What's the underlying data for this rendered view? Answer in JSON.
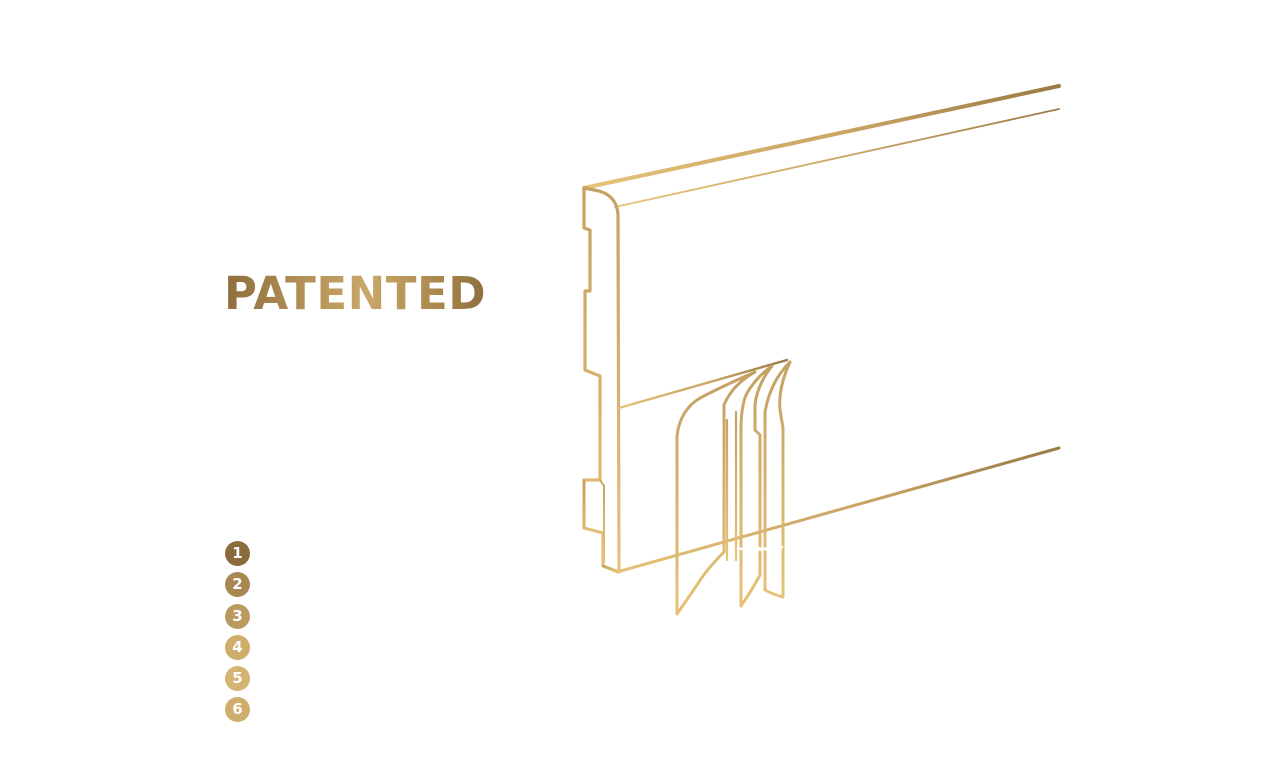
{
  "heading": "PATENTED",
  "markers": [
    "1",
    "2",
    "3",
    "4",
    "5",
    "6"
  ],
  "colors": {
    "gold_dark": "#8d6d3c",
    "gold_mid": "#b8955a",
    "gold_light": "#e6c378",
    "marker_colors": [
      "#8a6b3c",
      "#a88753",
      "#bb9a60",
      "#cfae6c",
      "#d5b471",
      "#cfad6b"
    ]
  },
  "illustration": {
    "icon": "skirting-board-layers-icon"
  }
}
